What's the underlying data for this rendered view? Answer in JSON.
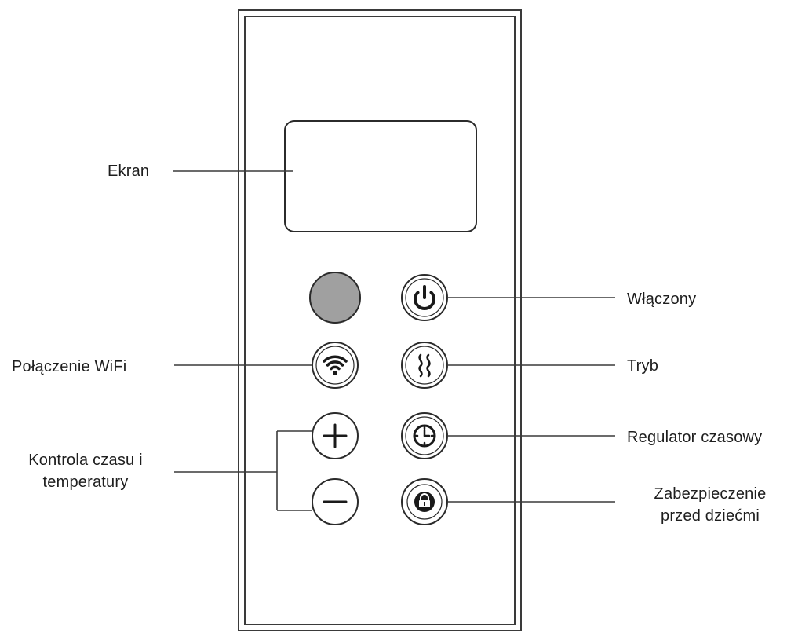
{
  "labels": {
    "screen": "Ekran",
    "power": "Włączony",
    "wifi": "Połączenie WiFi",
    "mode": "Tryb",
    "time_temp": [
      "Kontrola czasu i",
      "temperatury"
    ],
    "timer": "Regulator czasowy",
    "child_lock": [
      "Zabezpieczenie",
      "przed dziećmi"
    ]
  },
  "icons": {
    "power_button": "power-icon",
    "wifi_button": "wifi-icon",
    "mode_button": "heat-waves-icon",
    "plus_button": "plus-icon",
    "minus_button": "minus-icon",
    "timer_button": "clock-icon",
    "lock_button": "lock-icon"
  },
  "colors": {
    "indicator_light": "#a0a0a0",
    "outline": "#2b2b2b"
  }
}
